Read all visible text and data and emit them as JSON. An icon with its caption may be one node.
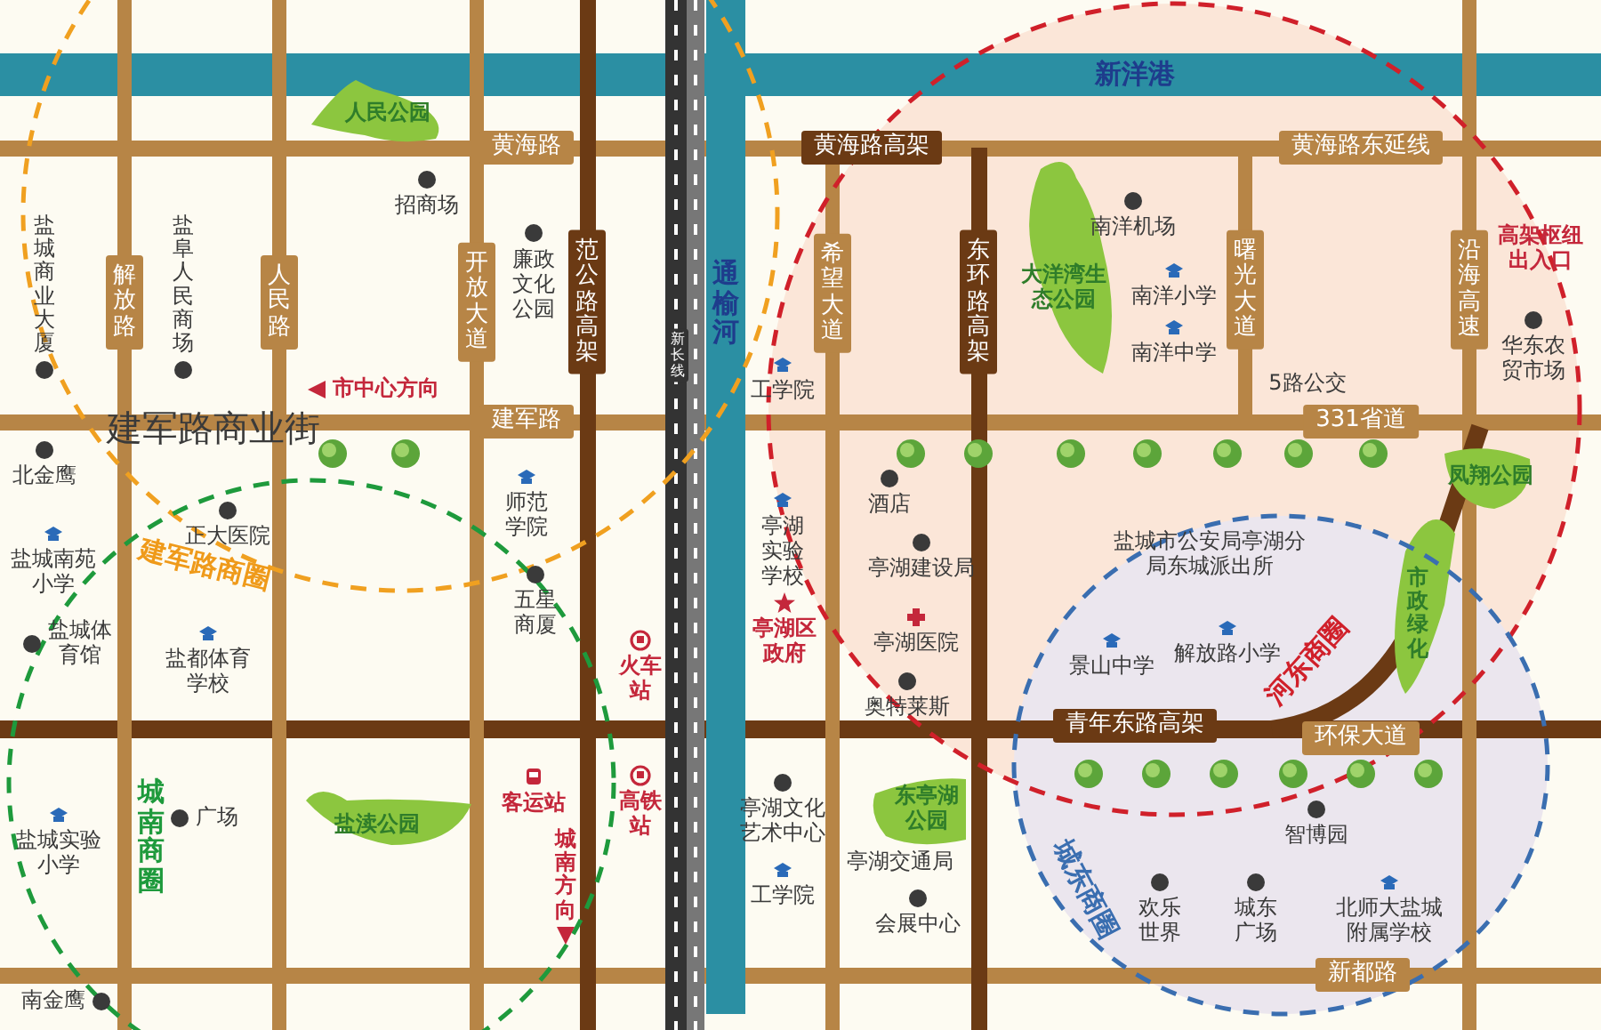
{
  "diagram": {
    "labels": [
      "新洋港",
      "人民公园",
      "黄海路",
      "黄海路高架",
      "黄海路东延线",
      "招商场",
      "南洋机场",
      "廉政文化公园",
      "盐城商业大厦",
      "解放路",
      "盐阜人民商场",
      "人民路",
      "开放大道",
      "范公路高架",
      "新长线",
      "通榆河",
      "希望大道",
      "东环路高架",
      "大洋湾生态公园",
      "南洋小学",
      "南洋中学",
      "曙光大道",
      "沿海高速",
      "高架枢纽出入口",
      "华东农贸市场",
      "市中心方向",
      "工学院",
      "5路公交",
      "建军路商业街",
      "建军路",
      "331省道",
      "北金鹰",
      "师范学院",
      "酒店",
      "凤翔公园",
      "正大医院",
      "亭湖实验学校",
      "盐城市公安局亭湖分局东城派出所",
      "亭湖建设局",
      "盐城南苑小学",
      "五星商厦",
      "盐城体育馆",
      "盐都体育学校",
      "火车站",
      "亭湖医院",
      "亭湖区政府",
      "景山中学",
      "解放路小学",
      "市政绿化",
      "奥特莱斯",
      "青年东路高架",
      "环保大道",
      "客运站",
      "高铁站",
      "亭湖文化艺术中心",
      "东亭湖公园",
      "广场",
      "盐渎公园",
      "盐城实验小学",
      "智博园",
      "亭湖交通局",
      "城南方向",
      "工学院",
      "会展中心",
      "欢乐世界",
      "城东广场",
      "北师大盐城附属学校",
      "新都路",
      "南金鹰",
      "建军路商圈",
      "城南商圈",
      "河东商圈",
      "城东商圈"
    ]
  }
}
